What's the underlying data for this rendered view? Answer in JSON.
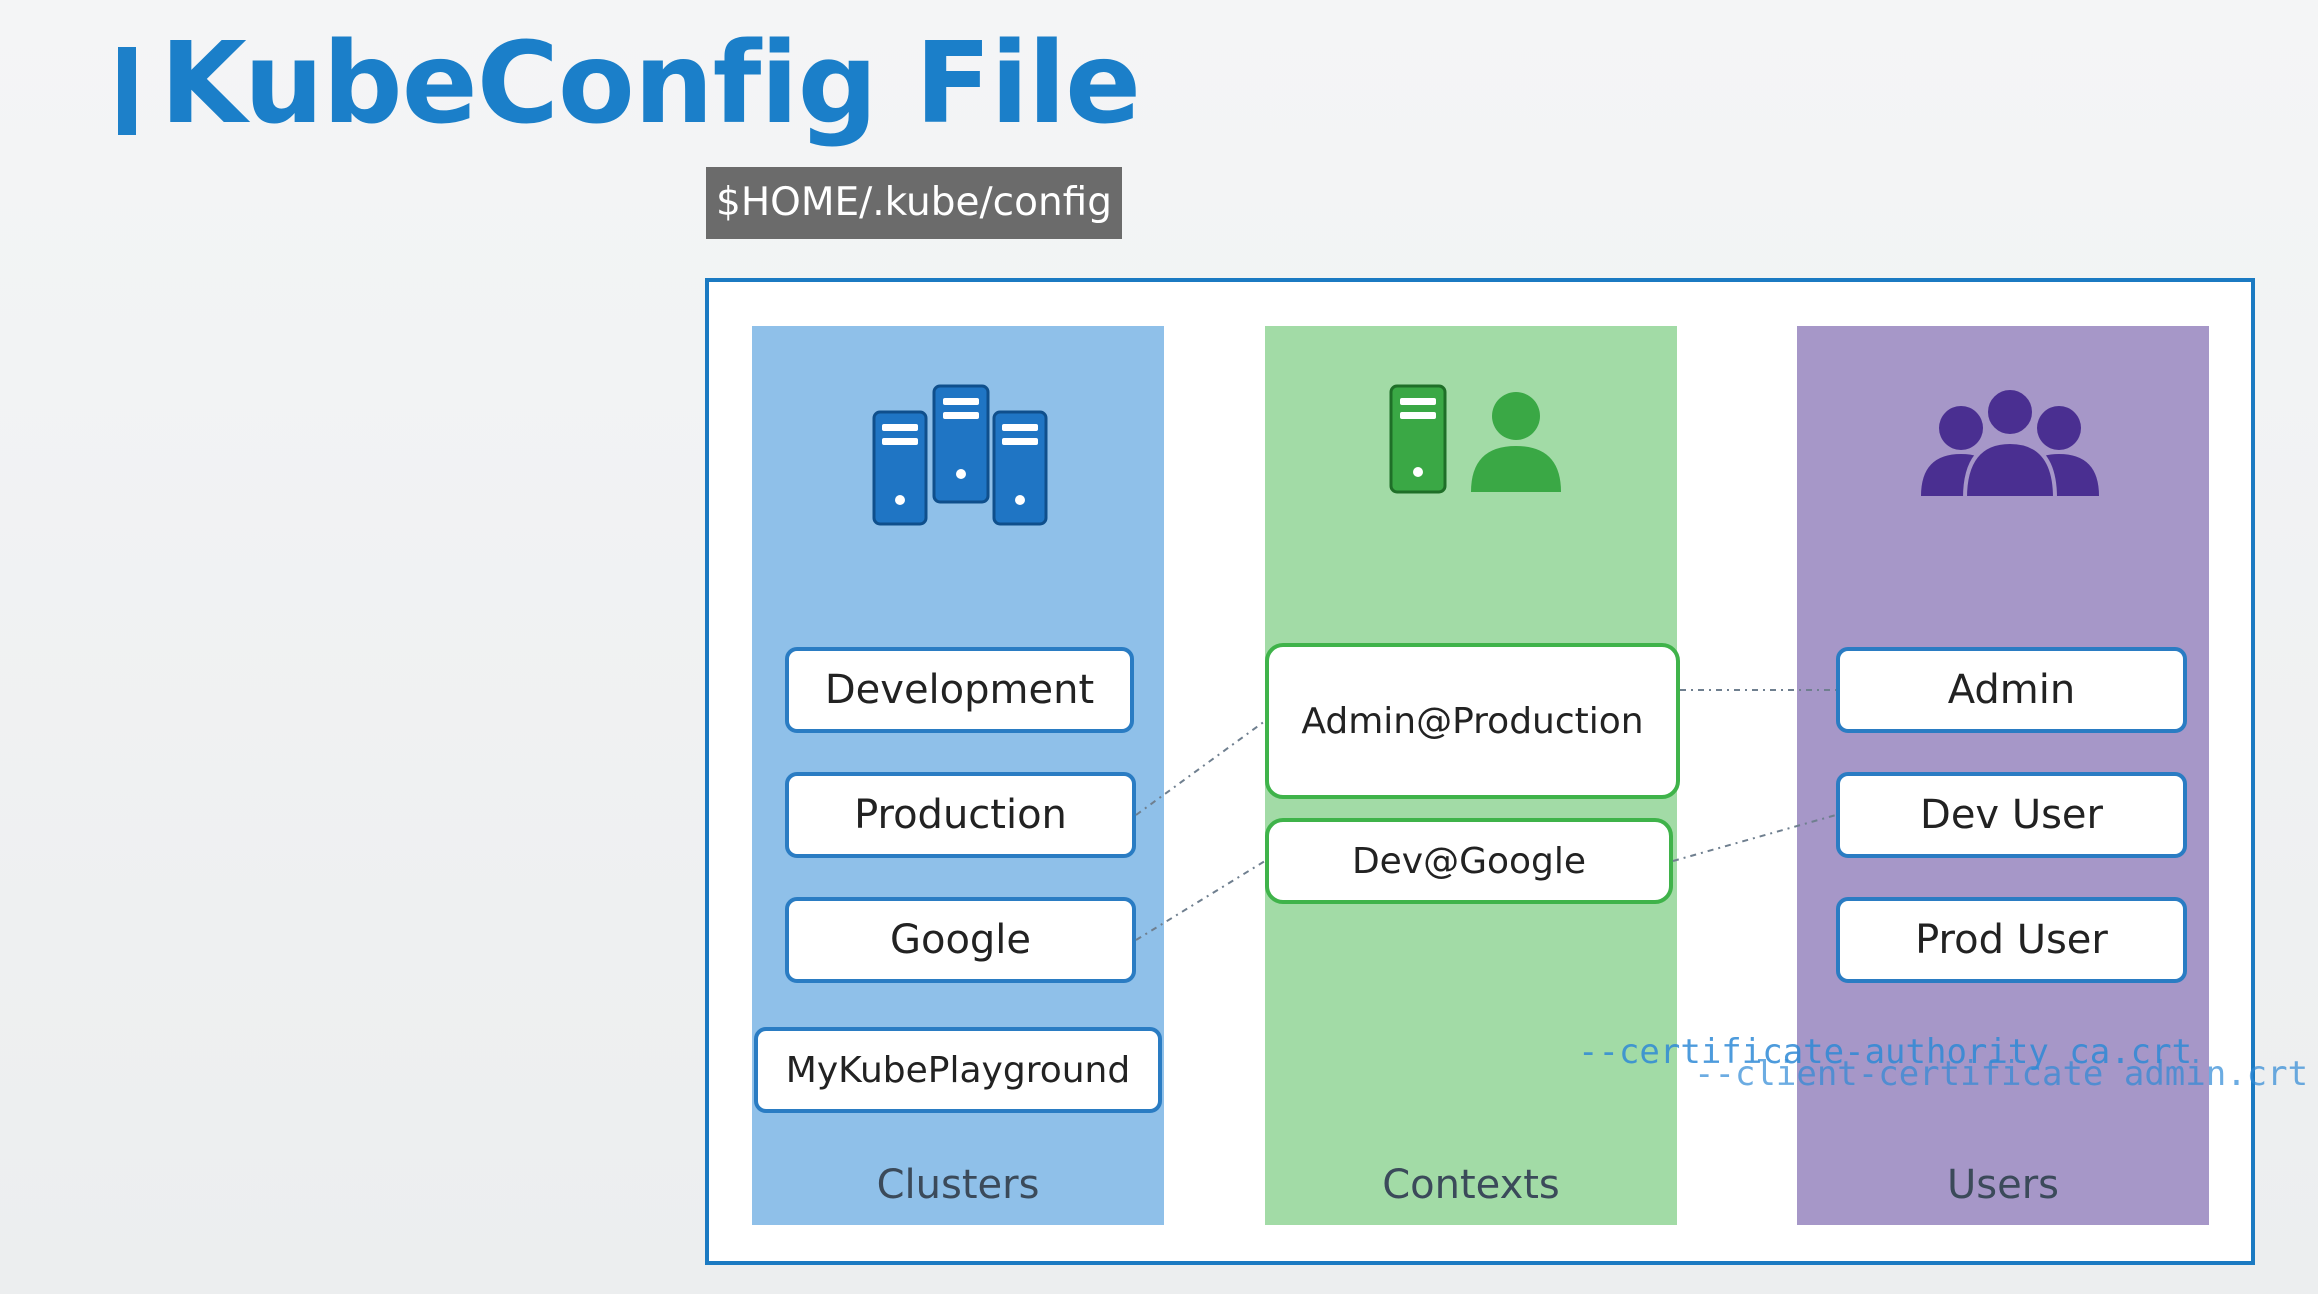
{
  "title": "KubeConfig File",
  "config_path": "$HOME/.kube/config",
  "colors": {
    "title": "#1b7fc9",
    "clusters_bg": "#8fc0e9",
    "contexts_bg": "#a2dba6",
    "users_bg": "#a697c8",
    "cluster_icon": "#1f75c4",
    "context_icon": "#3aa845",
    "users_icon": "#4a2f91"
  },
  "columns": {
    "clusters": {
      "label": "Clusters",
      "icon": "server-cluster-icon",
      "items": [
        "Development",
        "Production",
        "Google",
        "MyKubePlayground"
      ]
    },
    "contexts": {
      "label": "Contexts",
      "icon": "server-user-icon",
      "items": [
        "Admin@Production",
        "Dev@Google"
      ]
    },
    "users": {
      "label": "Users",
      "icon": "users-group-icon",
      "items": [
        "Admin",
        "Dev User",
        "Prod User"
      ]
    }
  },
  "links": [
    {
      "from": "Production",
      "to": "Admin@Production"
    },
    {
      "from": "Google",
      "to": "Dev@Google"
    },
    {
      "from": "Admin@Production",
      "to": "Admin"
    },
    {
      "from": "Dev@Google",
      "to": "Dev User"
    }
  ],
  "commands": [
    "--certificate-authority ca.crt",
    "--client-certificate admin.crt"
  ]
}
